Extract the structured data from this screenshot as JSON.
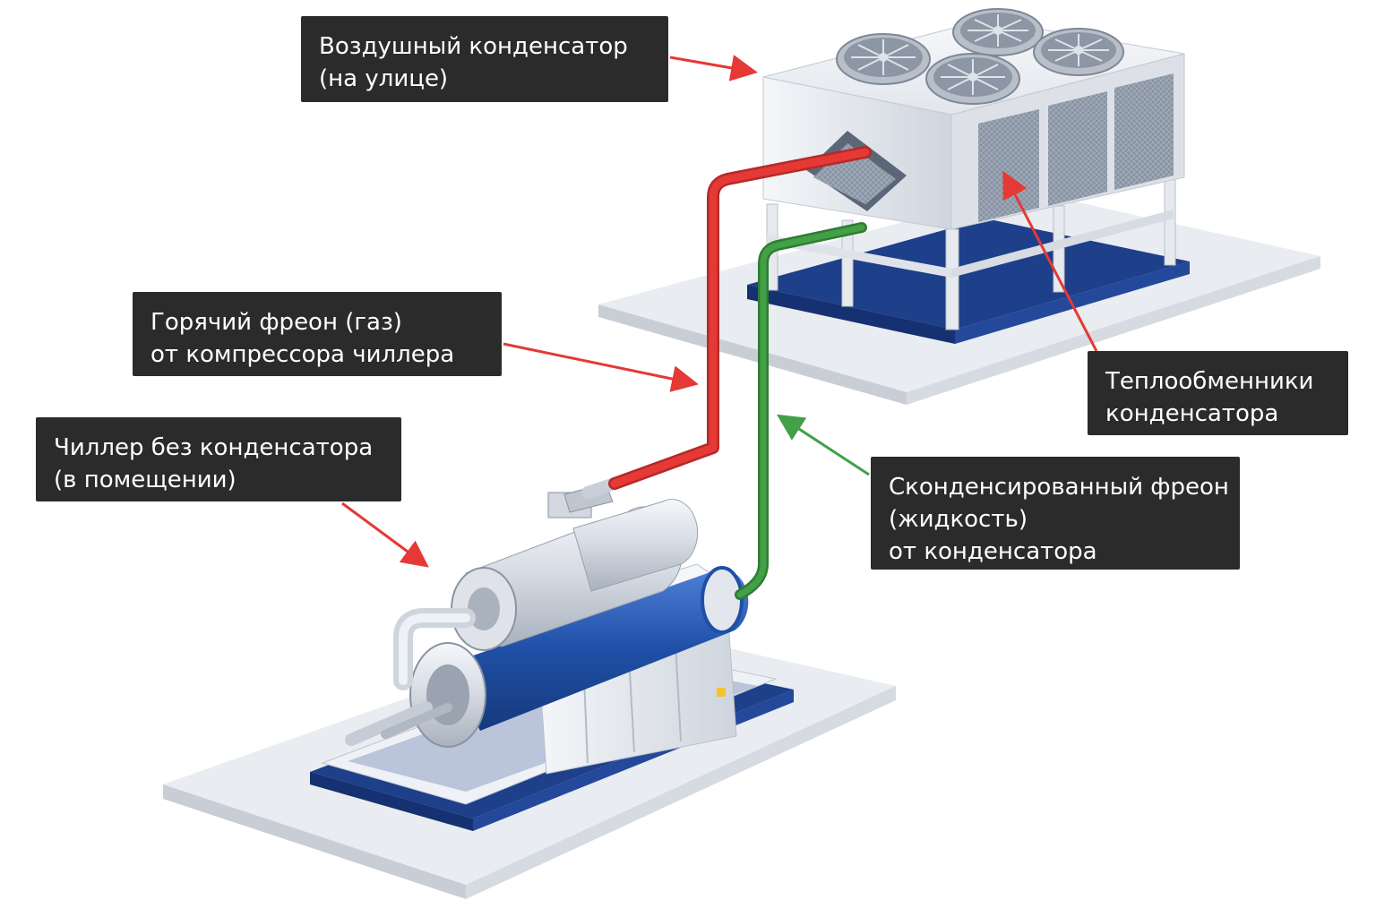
{
  "labels": {
    "air_condenser": [
      "Воздушный конденсатор",
      "(на улице)"
    ],
    "hot_freon": [
      "Горячий фреон (газ)",
      "от компрессора чиллера"
    ],
    "chiller": [
      "Чиллер без конденсатора",
      "(в помещении)"
    ],
    "heat_exchangers": [
      "Теплообменники",
      "конденсатора"
    ],
    "condensed_freon": [
      "Сконденсированный фреон",
      "(жидкость)",
      "от конденсатора"
    ]
  },
  "colors": {
    "hot_line": "#e53935",
    "liquid_line": "#43a047",
    "label_bg": "#2b2b2b",
    "frame_blue": "#1e3f8a",
    "vessel_blue": "#1f4fa6"
  }
}
